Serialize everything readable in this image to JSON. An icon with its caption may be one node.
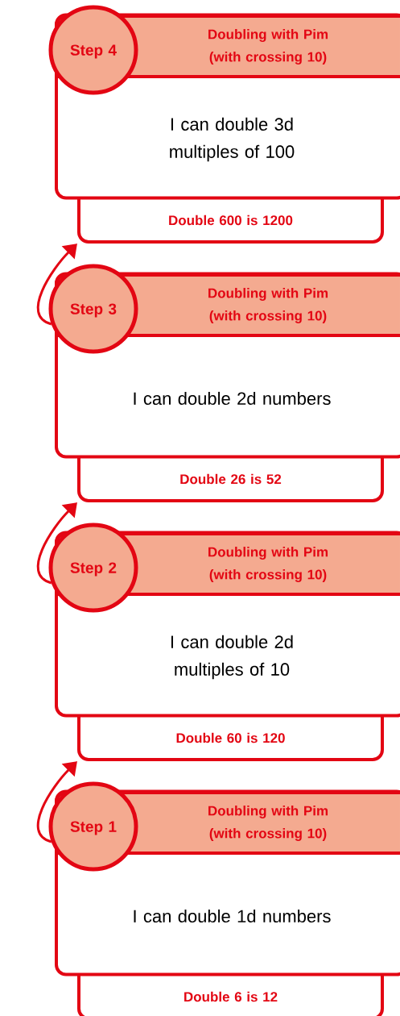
{
  "diagram": {
    "nodes": [
      {
        "text": [
          "Step 4"
        ]
      },
      {
        "text": [
          "Doubling with Pim (with crossing 10)",
          "I can double 3d multiples of 100"
        ]
      },
      {
        "text": [
          "Double 600 is 1200"
        ]
      },
      {
        "text": [
          "Step 3"
        ]
      },
      {
        "text": [
          "Doubling with Pim (with crossing 10)",
          "I can double 2d numbers"
        ]
      },
      {
        "text": [
          "Double 26 is 52"
        ]
      },
      {
        "text": [
          "Step 2"
        ]
      },
      {
        "text": [
          "Doubling with Pim (with crossing 10)",
          "I can double 2d multiples of 10"
        ]
      },
      {
        "text": [
          "Double 60 is 120"
        ]
      },
      {
        "text": [
          "Step 1"
        ]
      },
      {
        "text": [
          "Doubling with Pim (with crossing 10)",
          "I can double 1d numbers"
        ]
      },
      {
        "text": [
          "Double 6 is 12"
        ]
      }
    ],
    "edges": [
      {
        "from": 3,
        "to": 2,
        "arrow": "to"
      },
      {
        "from": 6,
        "to": 5,
        "arrow": "to"
      },
      {
        "from": 9,
        "to": 8,
        "arrow": "to"
      }
    ]
  }
}
